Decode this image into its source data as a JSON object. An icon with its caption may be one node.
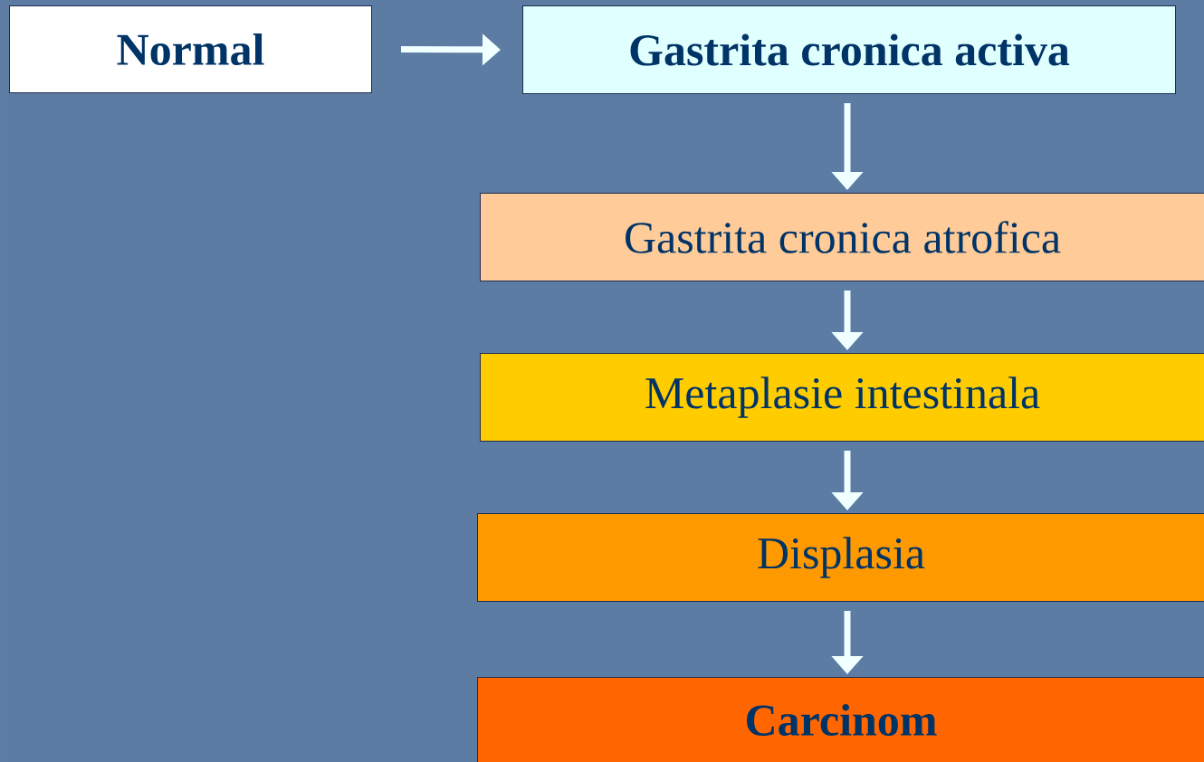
{
  "diagram": {
    "nodes": [
      {
        "text": [
          "Normal"
        ]
      },
      {
        "text": [
          "Gastrita cronica activa"
        ]
      },
      {
        "text": [
          "Gastrita cronica atrofica"
        ]
      },
      {
        "text": [
          "Metaplasie intestinala"
        ]
      },
      {
        "text": [
          "Displasia"
        ]
      },
      {
        "text": [
          "Carcinom"
        ]
      }
    ],
    "edges": [
      {
        "from": 0,
        "to": 1,
        "arrow": "to"
      },
      {
        "from": 1,
        "to": 2,
        "arrow": "to"
      },
      {
        "from": 2,
        "to": 3,
        "arrow": "to"
      },
      {
        "from": 3,
        "to": 4,
        "arrow": "to"
      },
      {
        "from": 4,
        "to": 5,
        "arrow": "to"
      }
    ]
  }
}
